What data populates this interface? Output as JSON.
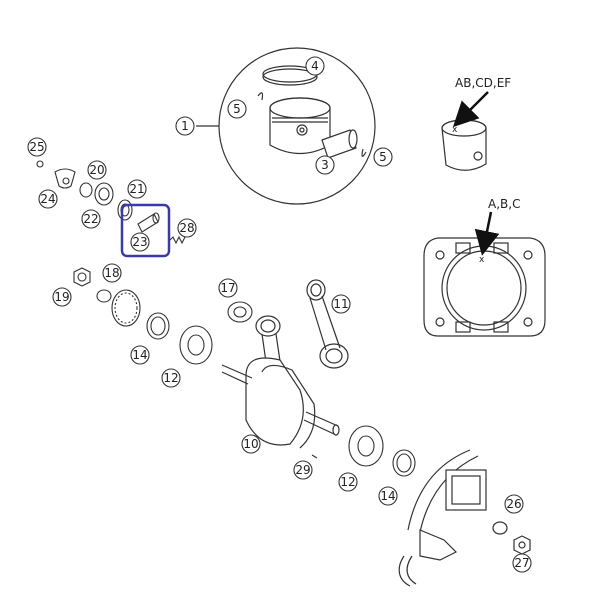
{
  "callouts": {
    "c1": "1",
    "c3": "3",
    "c4": "4",
    "c5a": "5",
    "c5b": "5",
    "c10": "10",
    "c11": "11",
    "c12a": "12",
    "c12b": "12",
    "c14a": "14",
    "c14b": "14",
    "c17": "17",
    "c18": "18",
    "c19": "19",
    "c20": "20",
    "c21": "21",
    "c22": "22",
    "c23": "23",
    "c24": "24",
    "c25": "25",
    "c26": "26",
    "c27": "27",
    "c28": "28",
    "c29": "29"
  },
  "labels": {
    "piston_marking": "AB,CD,EF",
    "cylinder_marking": "A,B,C",
    "mark_x": "x"
  },
  "colors": {
    "line": "#333333",
    "highlight": "#3a3aa8",
    "arrow": "#111111"
  }
}
